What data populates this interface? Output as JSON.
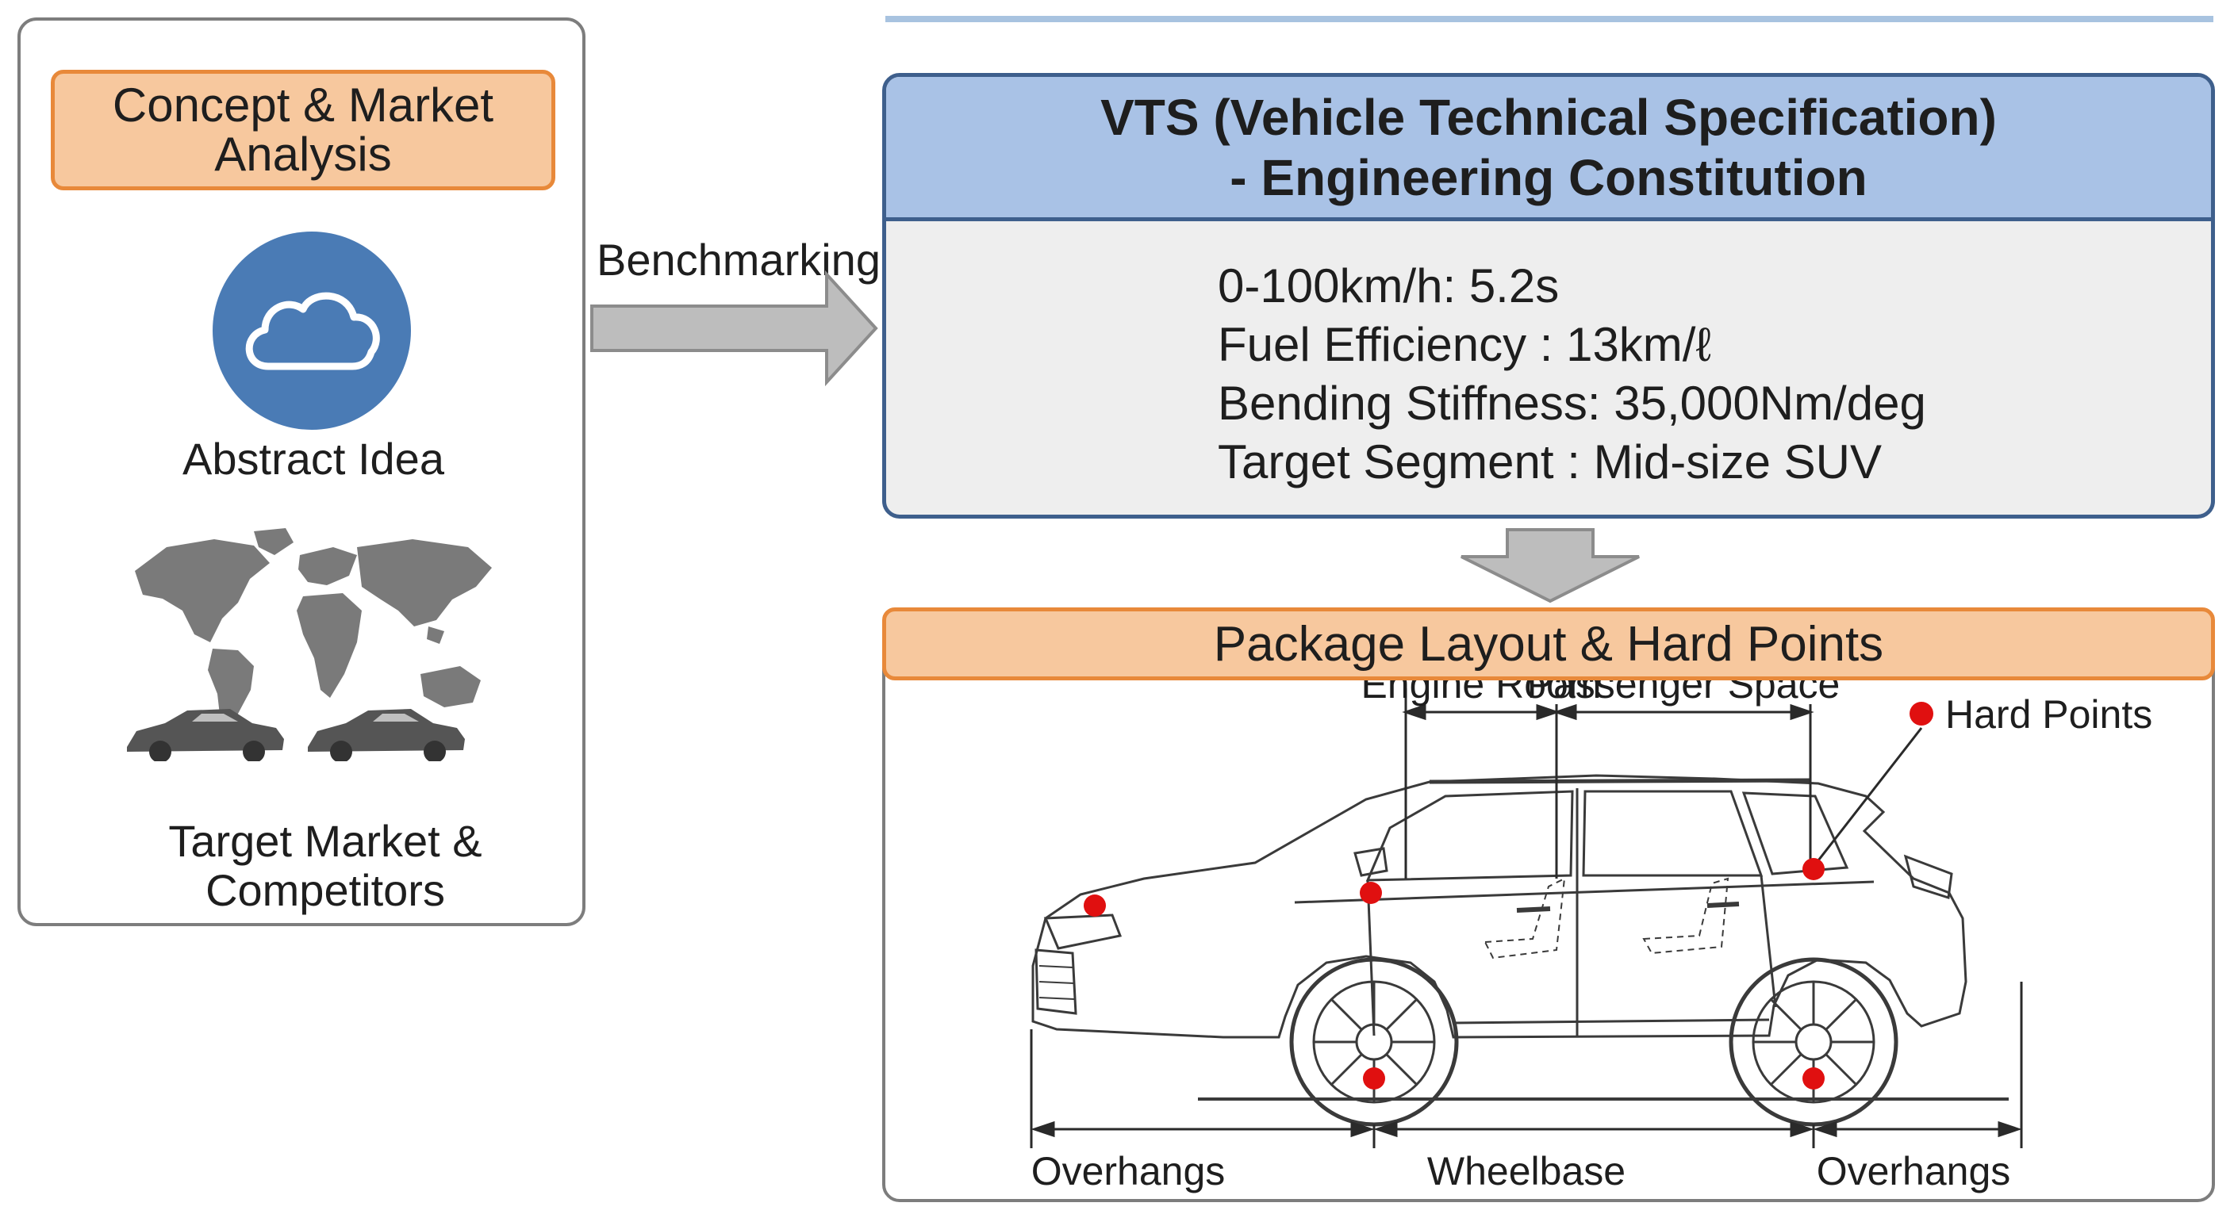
{
  "concept": {
    "title": "Concept & Market\nAnalysis",
    "abstract_label": "Abstract Idea",
    "market_label": "Target Market &\nCompetitors",
    "cloud_icon": "cloud-icon",
    "map_icon": "world-map-icon",
    "car_icon": "sedan-car-icon"
  },
  "benchmark": {
    "label": "Benchmarking"
  },
  "vts": {
    "title": "VTS (Vehicle Technical Specification)\n- Engineering Constitution",
    "specs": [
      "0-100km/h: 5.2s",
      "Fuel Efficiency : 13km/ℓ",
      "Bending Stiffness: 35,000Nm/deg",
      "Target Segment : Mid-size SUV"
    ]
  },
  "package": {
    "title": "Package Layout & Hard Points",
    "engine_room": "Engine Room",
    "passenger_space": "Passenger Space",
    "hard_points": "Hard Points",
    "overhang_front": "Overhangs",
    "wheelbase": "Wheelbase",
    "overhang_rear": "Overhangs"
  },
  "colors": {
    "orange_fill": "#f7c89e",
    "orange_border": "#e8893a",
    "blue_header": "#a9c2e6",
    "blue_border": "#3e5f8c",
    "cloud_blue": "#4a7bb5",
    "hard_point_red": "#e01010"
  }
}
